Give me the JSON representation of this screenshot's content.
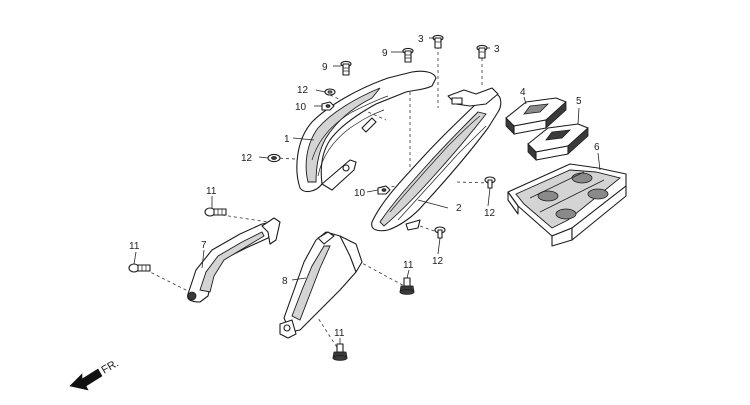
{
  "callouts": {
    "c1": "1",
    "c2": "2",
    "c3a": "3",
    "c3b": "3",
    "c4": "4",
    "c5": "5",
    "c6": "6",
    "c7": "7",
    "c8": "8",
    "c9a": "9",
    "c9b": "9",
    "c10a": "10",
    "c10b": "10",
    "c11a": "11",
    "c11b": "11",
    "c11c": "11",
    "c11d": "11",
    "c12a": "12",
    "c12b": "12",
    "c12c": "12",
    "c12d": "12"
  },
  "direction": {
    "label": "FR.",
    "icon": "front-direction-arrow-icon"
  }
}
